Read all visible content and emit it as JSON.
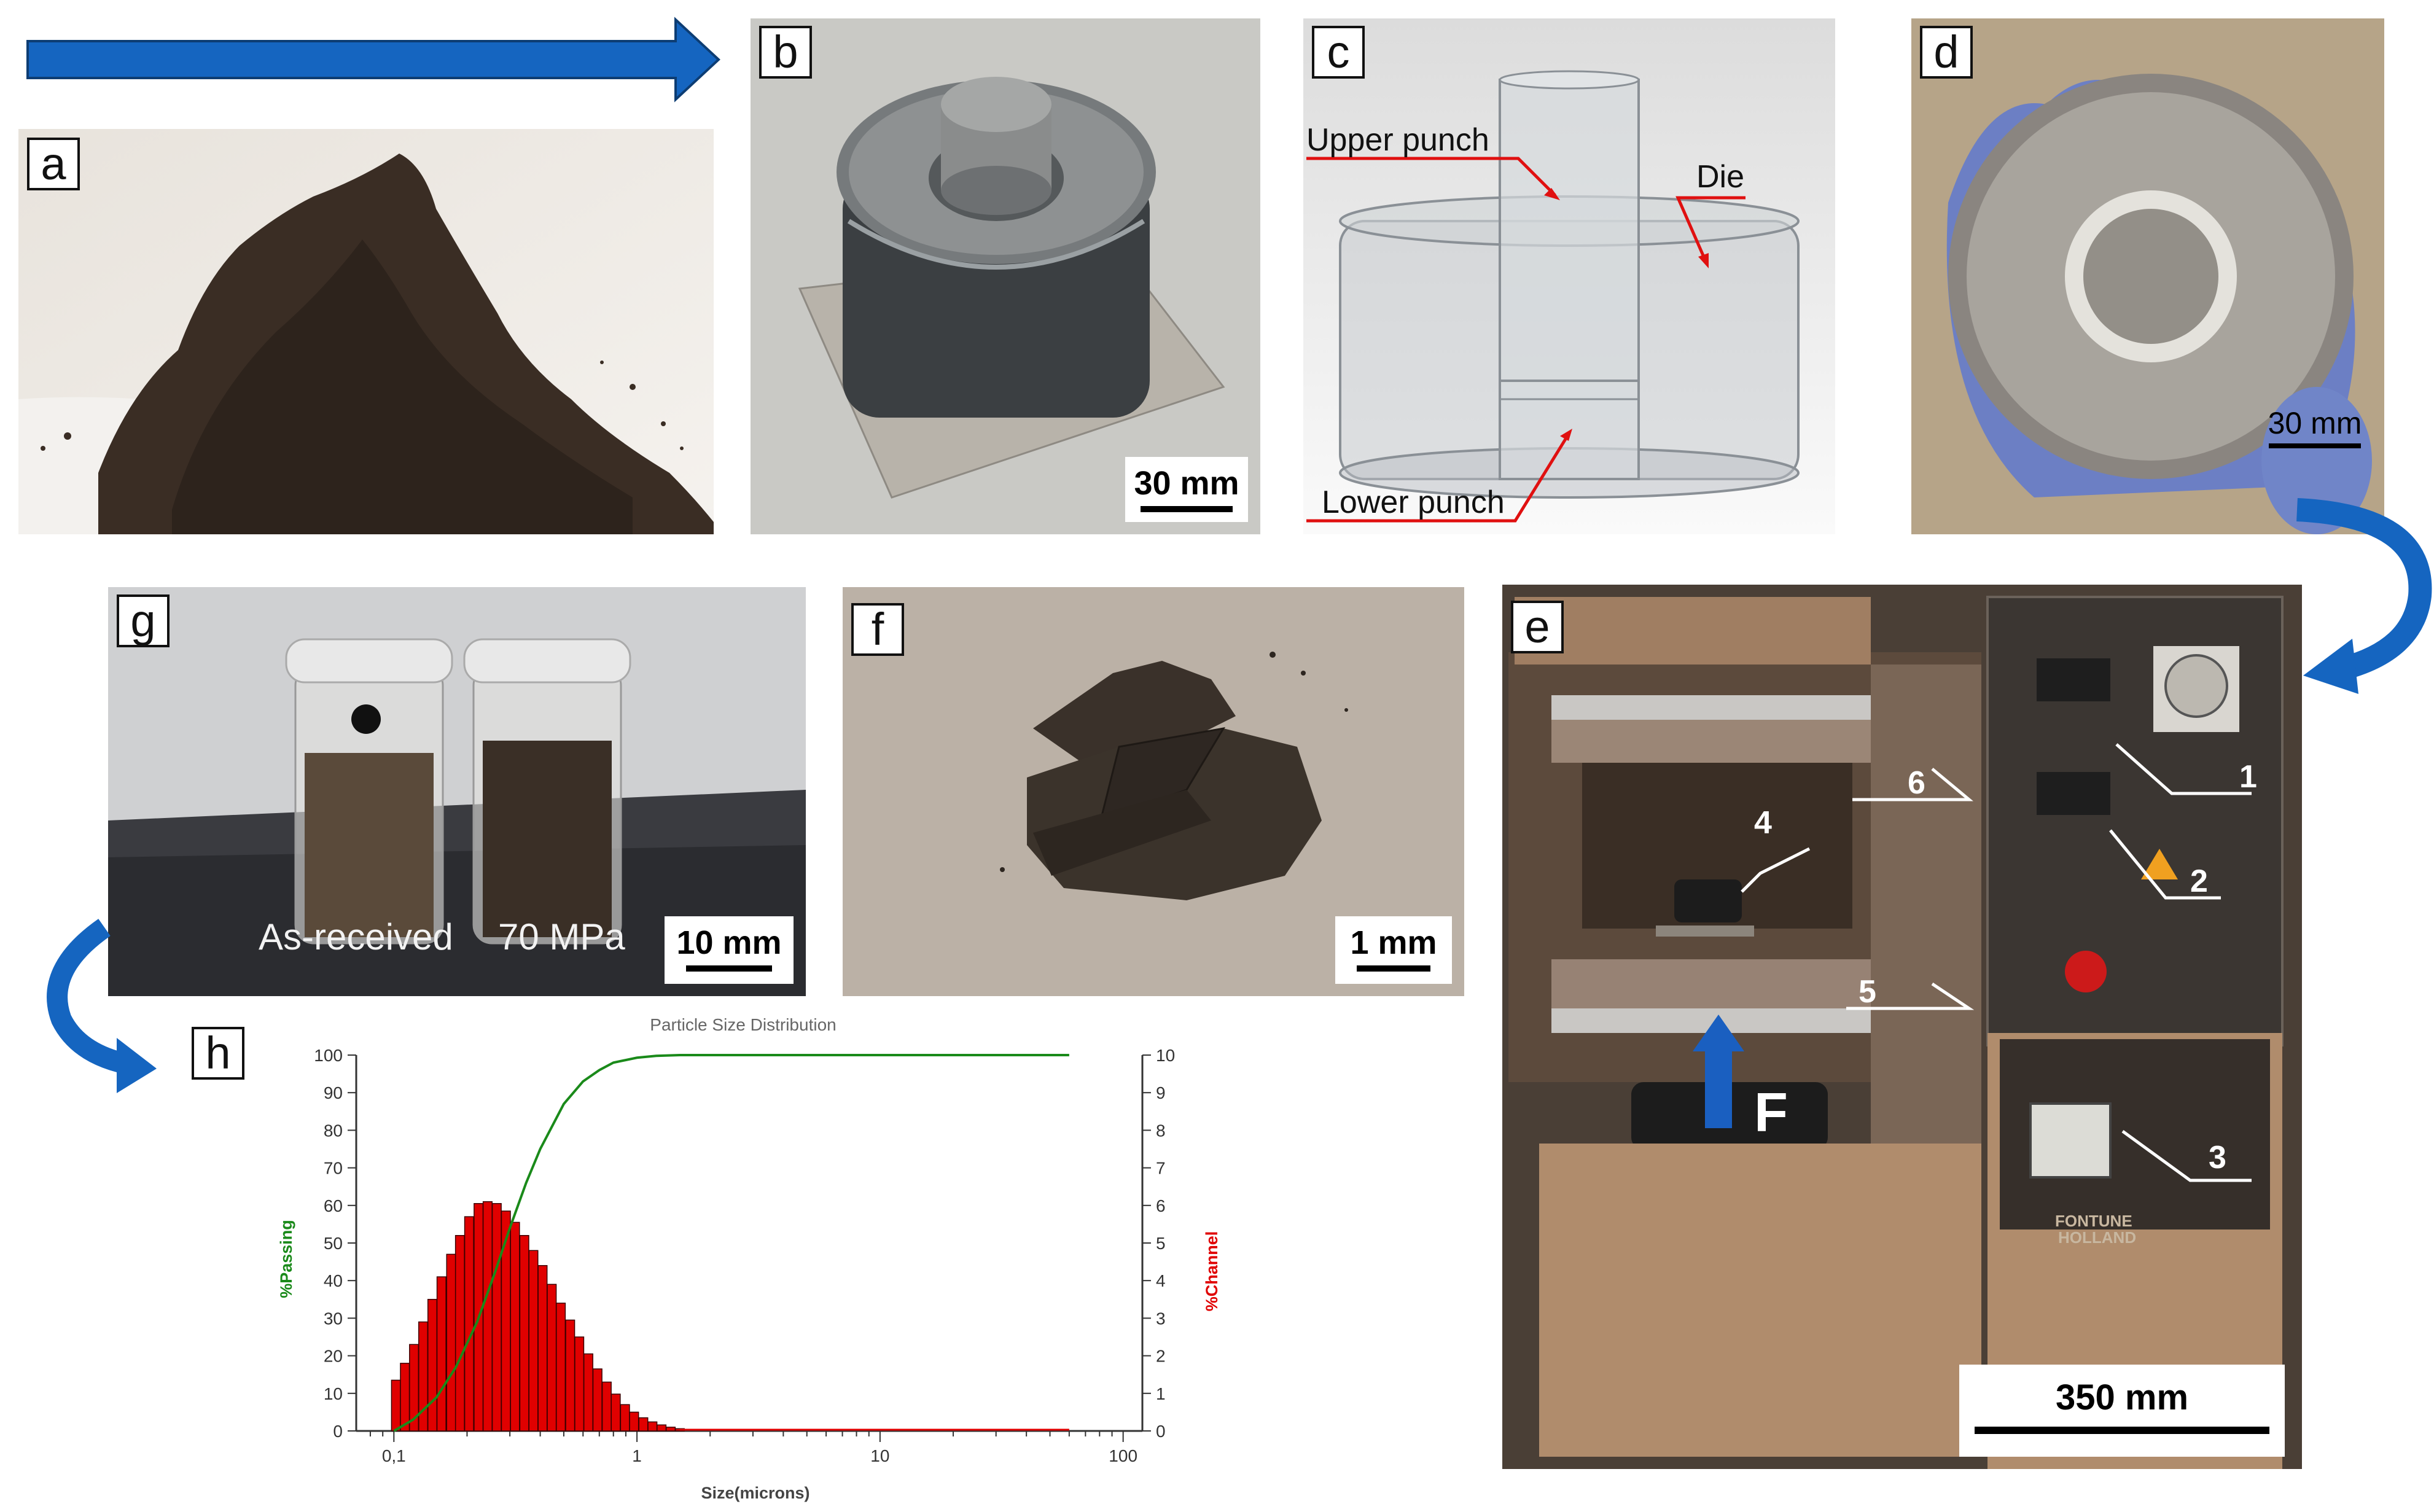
{
  "panels": {
    "a": {
      "label": "a"
    },
    "b": {
      "label": "b",
      "scale": "30 mm"
    },
    "c": {
      "label": "c",
      "upper_punch": "Upper punch",
      "die": "Die",
      "lower_punch": "Lower punch"
    },
    "d": {
      "label": "d",
      "scale": "30 mm"
    },
    "e": {
      "label": "e",
      "scale": "350 mm",
      "force": "F",
      "callouts": [
        "1",
        "2",
        "3",
        "4",
        "5",
        "6"
      ],
      "brand": "FONTUNE HOLLAND"
    },
    "f": {
      "label": "f",
      "scale": "1 mm"
    },
    "g": {
      "label": "g",
      "scale": "10 mm",
      "vial_left": "As-received",
      "vial_right": "70 MPa"
    },
    "h": {
      "label": "h"
    }
  },
  "colors": {
    "arrow_blue": "#1565c0",
    "callout_red": "#e01010",
    "passing_green": "#1a8a1a",
    "channel_red": "#e00000"
  },
  "chart_data": {
    "type": "bar",
    "title": "Particle Size Distribution",
    "xlabel": "Size(microns)",
    "ylabel_left": "%Passing",
    "ylabel_right": "%Channel",
    "x_scale": "log",
    "xlim": [
      0.07,
      120
    ],
    "x_ticks": [
      "0,1",
      "1",
      "10",
      "100"
    ],
    "x_tick_values": [
      0.1,
      1,
      10,
      100
    ],
    "ylim_left": [
      0,
      100
    ],
    "ylim_right": [
      0,
      10
    ],
    "y_ticks_left": [
      "0",
      "10",
      "20",
      "30",
      "40",
      "50",
      "60",
      "70",
      "80",
      "90",
      "100"
    ],
    "y_ticks_right": [
      "0",
      "1",
      "2",
      "3",
      "4",
      "5",
      "6",
      "7",
      "8",
      "9",
      "10"
    ],
    "series": [
      {
        "type": "bar",
        "axis": "right",
        "x": [
          0.102,
          0.111,
          0.121,
          0.132,
          0.144,
          0.157,
          0.172,
          0.187,
          0.204,
          0.223,
          0.243,
          0.265,
          0.289,
          0.315,
          0.344,
          0.375,
          0.409,
          0.446,
          0.486,
          0.531,
          0.579,
          0.631,
          0.688,
          0.751,
          0.818,
          0.893,
          0.973,
          1.062,
          1.158,
          1.262,
          1.377,
          1.501
        ],
        "values": [
          1.35,
          1.8,
          2.3,
          2.9,
          3.5,
          4.1,
          4.7,
          5.2,
          5.7,
          6.05,
          6.1,
          6.05,
          5.85,
          5.55,
          5.2,
          4.8,
          4.4,
          3.9,
          3.4,
          2.95,
          2.5,
          2.05,
          1.65,
          1.3,
          0.98,
          0.7,
          0.5,
          0.35,
          0.24,
          0.16,
          0.1,
          0.06
        ]
      },
      {
        "type": "line",
        "axis": "left",
        "x": [
          0.1,
          0.12,
          0.15,
          0.18,
          0.22,
          0.26,
          0.3,
          0.35,
          0.4,
          0.5,
          0.6,
          0.7,
          0.8,
          1.0,
          1.2,
          1.5,
          2,
          3,
          10,
          60
        ],
        "values": [
          0,
          3,
          9,
          17,
          29,
          42,
          54,
          66,
          75,
          87,
          93,
          96,
          98,
          99.3,
          99.8,
          100,
          100,
          100,
          100,
          100
        ]
      }
    ]
  }
}
